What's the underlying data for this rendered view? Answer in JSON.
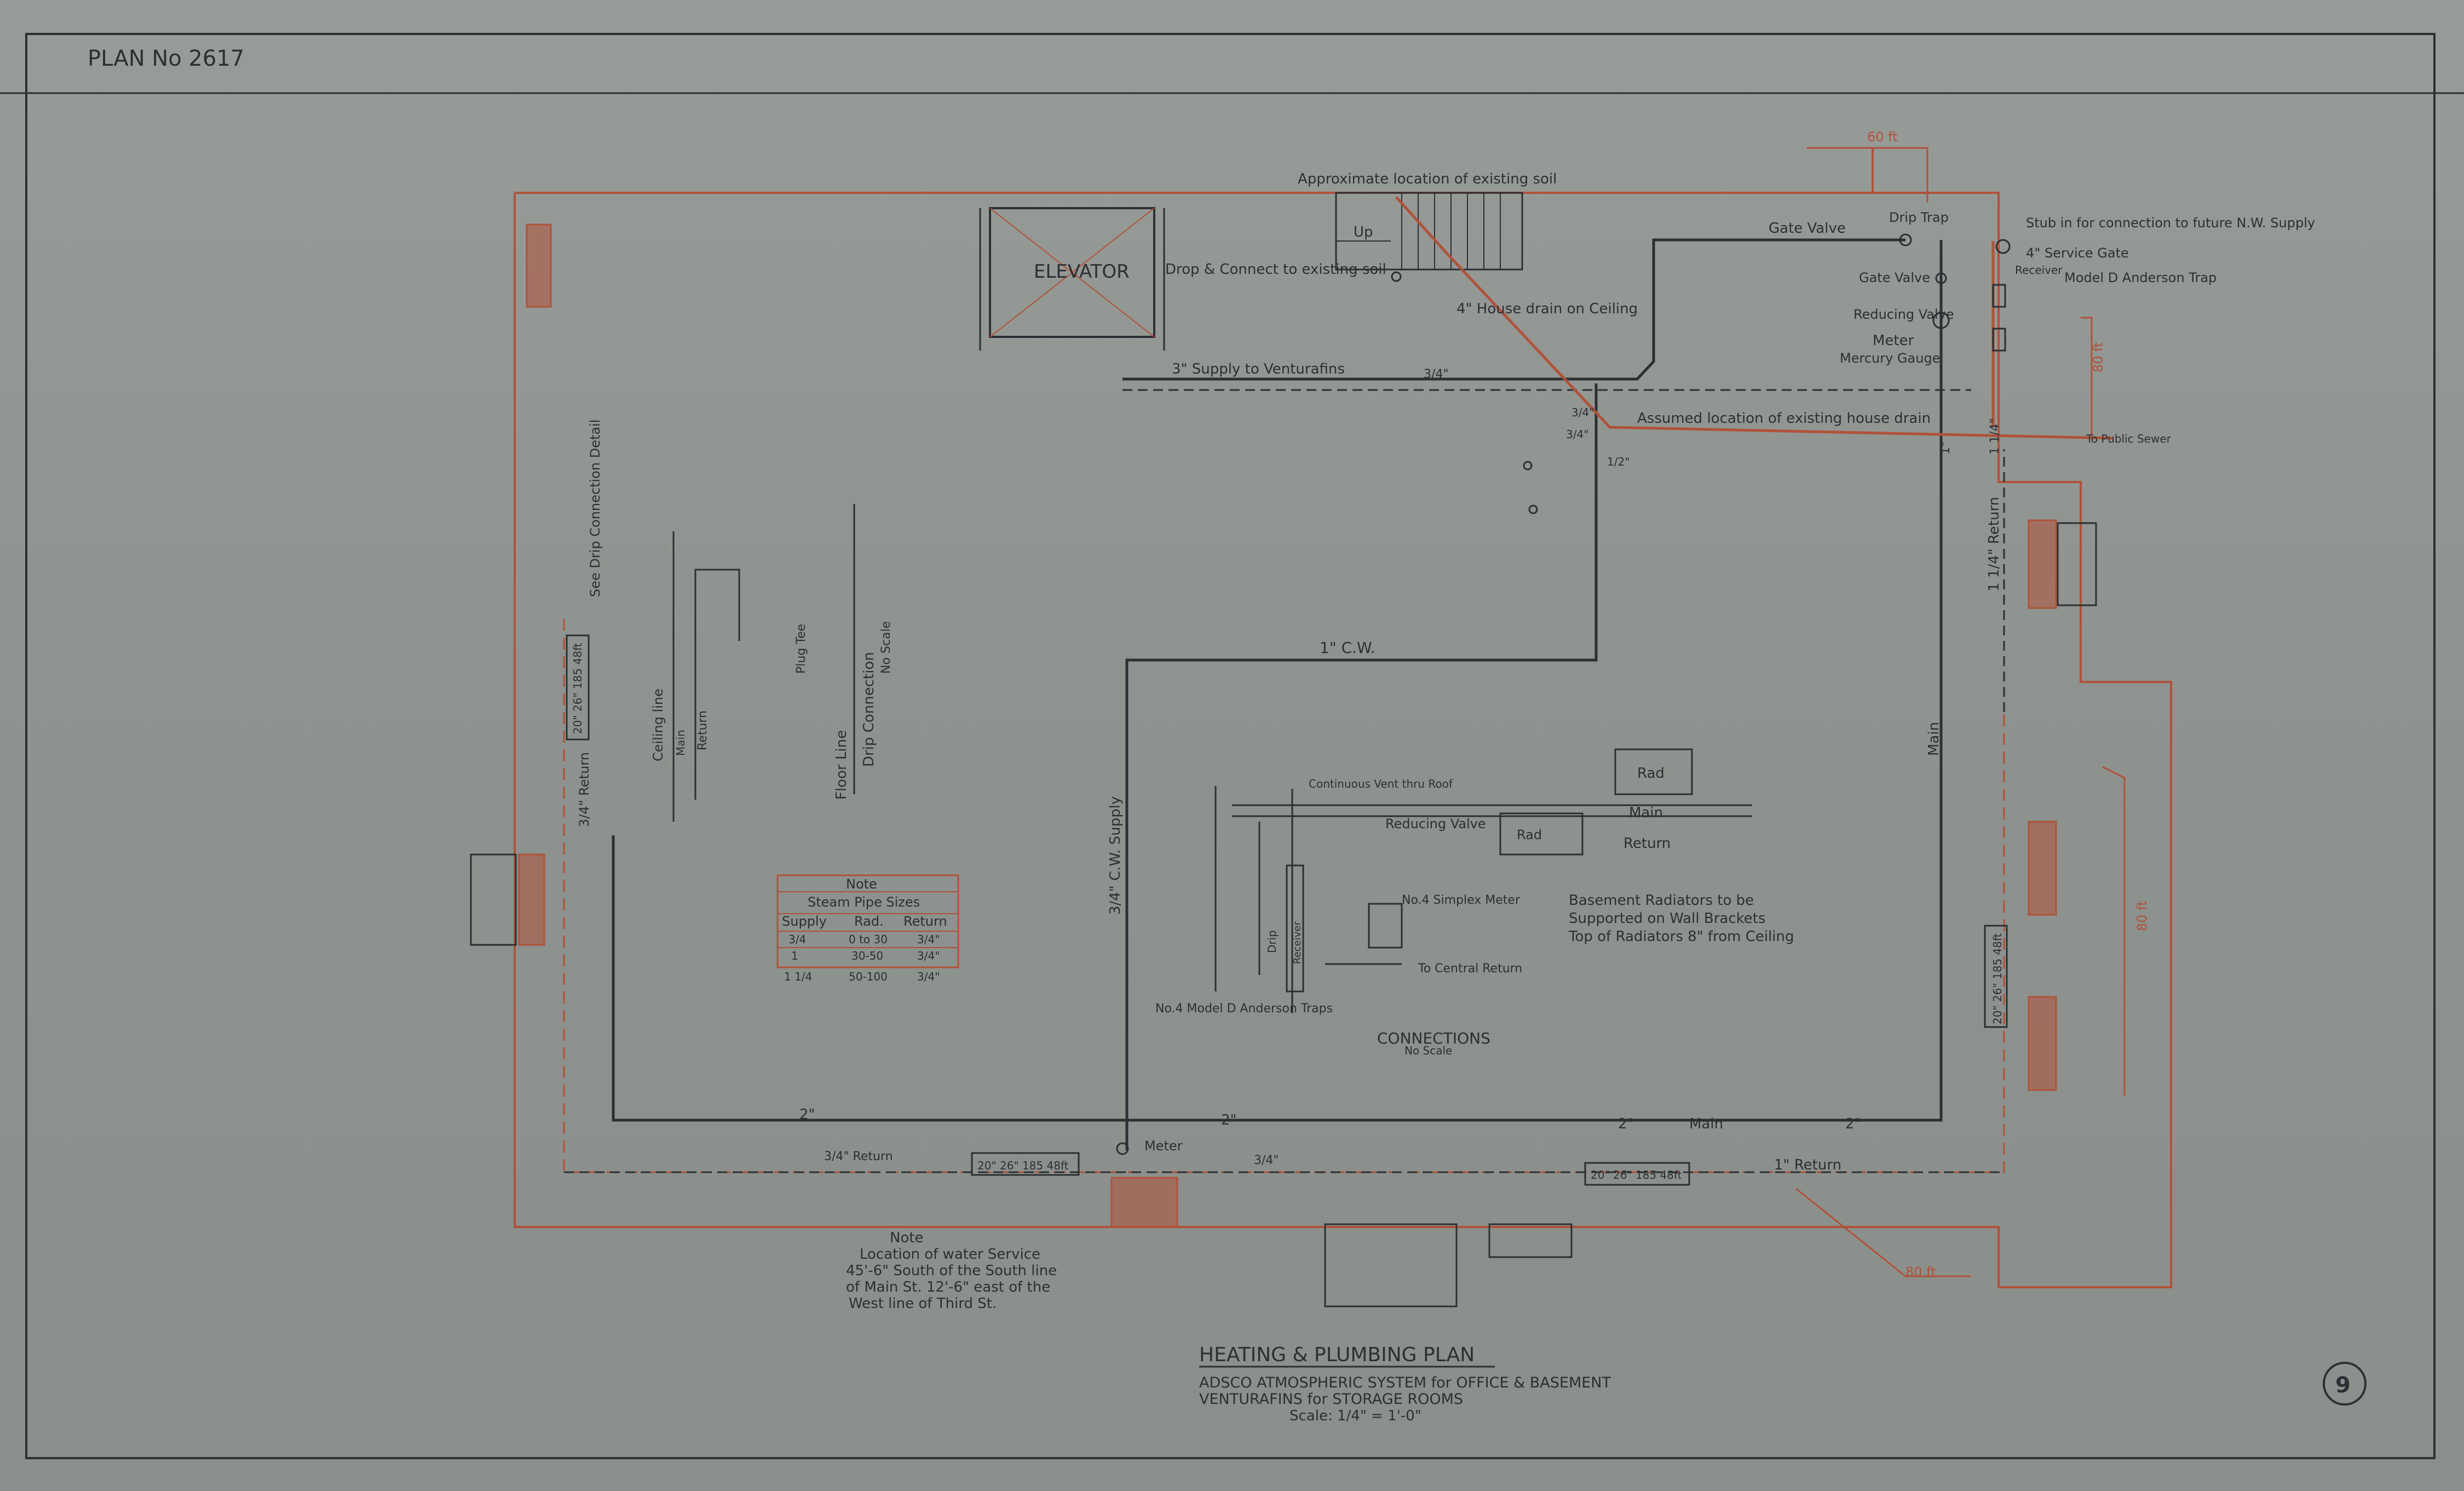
{
  "sheet": {
    "plan_number": "PLAN No 2617",
    "sheet_number": "9"
  },
  "title_block": {
    "title": "HEATING & PLUMBING PLAN",
    "line1": "ADSCO ATMOSPHERIC SYSTEM for OFFICE & BASEMENT",
    "line2": "VENTURAFINS for STORAGE ROOMS",
    "scale": "Scale: 1/4\" = 1'-0\""
  },
  "labels": {
    "elevator": "ELEVATOR",
    "up": "Up",
    "soil_location": "Approximate location of existing soil",
    "drop_connect": "Drop & Connect to existing soil",
    "house_drain_ceiling": "4\" House drain on Ceiling",
    "supply_venturafins": "3\" Supply to Venturafins",
    "gate_valve_top": "Gate Valve",
    "gate_valve": "Gate Valve",
    "drip_trap": "Drip Trap",
    "stub": "Stub in for connection to future N.W. Supply",
    "service_gate": "4\" Service Gate",
    "receiver": "Receiver",
    "model_trap": "Model D Anderson Trap",
    "reducing_valve": "Reducing Valve",
    "meter": "Meter",
    "mercury_gauge": "Mercury Gauge",
    "assumed_house_drain": "Assumed location of existing house drain",
    "to_public_sewer": "To Public Sewer",
    "return_right": "1 1/4\" Return",
    "main_right": "Main",
    "cw": "1\" C.W.",
    "supply_vertical": "3/4\" C.W. Supply",
    "drip_detail": "See Drip Connection Detail",
    "return_left": "3/4\" Return",
    "radiator_tag": "20\" 26\" 185 48ft",
    "ceiling_line": "Ceiling line",
    "main_small": "Main",
    "return_small": "Return",
    "plug_tee": "Plug Tee",
    "floor_line": "Floor Line",
    "drip_connection": "Drip Connection",
    "no_scale": "No Scale",
    "rad": "Rad",
    "main_conn": "Main",
    "return_conn": "Return",
    "vent_roof": "Continuous Vent thru Roof",
    "reducing_valve_conn": "Reducing Valve",
    "simplex_meter": "No.4 Simplex Meter",
    "to_central_return": "To Central Return",
    "drip": "Drip",
    "receiver_conn": "Receiver",
    "anderson_traps": "No.4 Model D Anderson Traps",
    "connections": "CONNECTIONS",
    "connections_no_scale": "No Scale",
    "basement_radiators_1": "Basement Radiators to be",
    "basement_radiators_2": "Supported on Wall Brackets",
    "basement_radiators_3": "Top of Radiators 8\" from Ceiling",
    "pipe_2a": "2\"",
    "pipe_2b": "2\"",
    "pipe_2c": "2\"",
    "pipe_2d": "2\"",
    "main_bottom": "Main",
    "return_bottom_left": "3/4\" Return",
    "return_bottom_right": "1\" Return",
    "meter_bottom": "Meter",
    "size_34": "3/4\"",
    "size_34b": "3/4\"",
    "size_34c": "3/4\"",
    "size_12": "1/2\"",
    "size_1": "1\"",
    "size_114": "1 1/4\"",
    "size_34_top": "3/4\"",
    "dim_60_top": "60 ft",
    "dim_80_right": "80 ft",
    "dim_80_mid": "80 ft",
    "dim_80_bottom": "80 ft"
  },
  "note_table": {
    "heading": "Note",
    "subheading": "Steam Pipe Sizes",
    "columns": [
      "Supply",
      "Rad.",
      "Return"
    ],
    "rows": [
      [
        "3/4",
        "0 to 30",
        "3/4\""
      ],
      [
        "1",
        "30-50",
        "3/4\""
      ],
      [
        "1 1/4",
        "50-100",
        "3/4\""
      ]
    ]
  },
  "water_note": {
    "heading": "Note",
    "line1": "Location of water Service",
    "line2": "45'-6\" South of the South line",
    "line3": "of Main St. 12'-6\" east of the",
    "line4": "West line of Third St."
  },
  "colors": {
    "paper": "#8f9490",
    "ink": "#2c2f33",
    "red_ink": "#b0523a"
  }
}
